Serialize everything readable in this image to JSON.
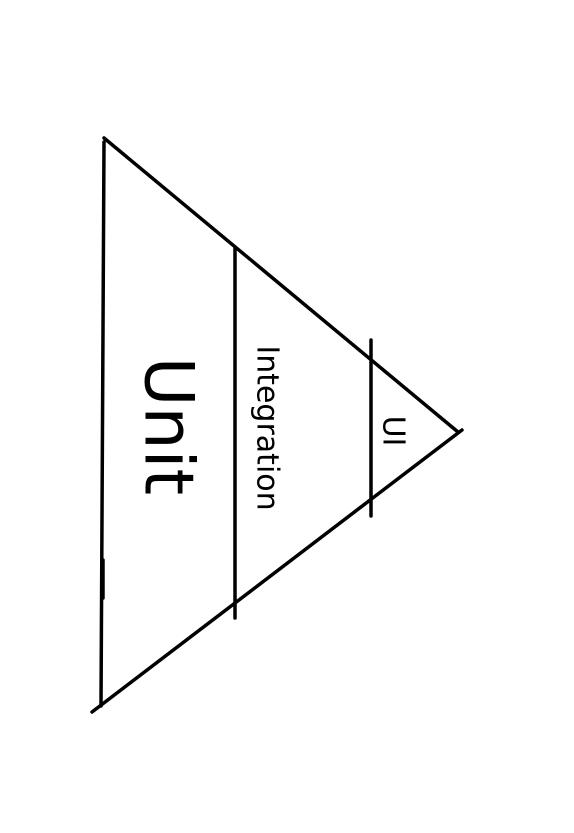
{
  "diagram": {
    "type": "testing-pyramid",
    "orientation": "rotated",
    "colors": {
      "stroke": "#000000",
      "text": "#000000",
      "background": "#ffffff"
    },
    "layers": [
      {
        "id": "unit",
        "label": "Unit"
      },
      {
        "id": "integration",
        "label": "Integration"
      },
      {
        "id": "ui",
        "label": "UI"
      }
    ]
  }
}
